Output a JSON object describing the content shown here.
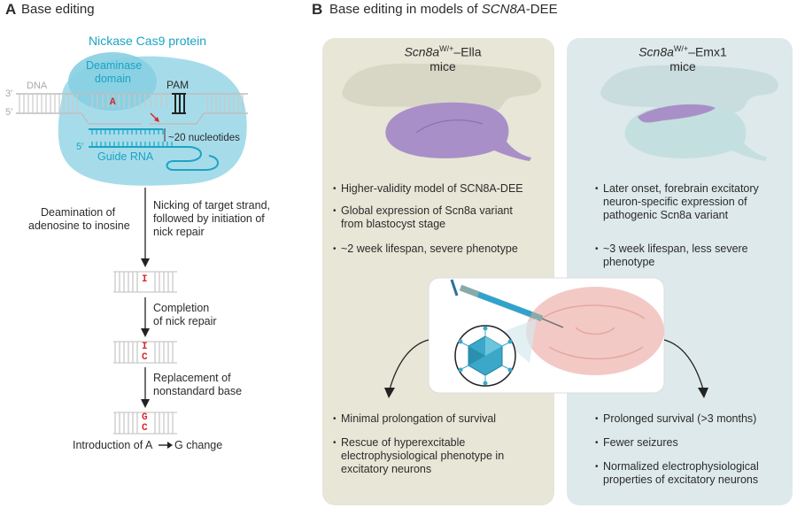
{
  "panel_a": {
    "letter": "A",
    "title": "Base editing",
    "protein_label": "Nickase Cas9 protein",
    "deaminase_label_1": "Deaminase",
    "deaminase_label_2": "domain",
    "dna_label": "DNA",
    "end_3": "3′",
    "end_5": "5′",
    "guide_end_5": "5′",
    "pam_label": "PAM",
    "nucleotides_label": "~20 nucleotides",
    "guide_rna_label": "Guide RNA",
    "base_a": "A",
    "step1_left_1": "Deamination of",
    "step1_left_2": "adenosine to inosine",
    "step1_right_1": "Nicking of target strand,",
    "step1_right_2": "followed by initiation of",
    "step1_right_3": "nick repair",
    "step2_1": "Completion",
    "step2_2": "of nick repair",
    "step3_1": "Replacement of",
    "step3_2": "nonstandard base",
    "base_i1": "I",
    "base_i2": "I",
    "base_c2": "C",
    "base_g3": "G",
    "base_c3": "C",
    "final_prefix": "Introduction of A",
    "final_suffix": "G change"
  },
  "panel_b": {
    "letter": "B",
    "title_prefix": "Base editing in models of ",
    "title_gene": "SCN8A",
    "title_suffix": "-DEE",
    "left": {
      "gene": "Scn8a",
      "sup": "W/+",
      "suffix": "–Ella",
      "mice": "mice",
      "bullets_top": [
        "Higher-validity model of SCN8A-DEE",
        "Global expression of Scn8a variant from blastocyst stage",
        "~2 week lifespan, severe phenotype"
      ],
      "bullets_bottom": [
        "Minimal prolongation of survival",
        "Rescue of hyperexcitable electrophysiological phenotype in excitatory neurons"
      ]
    },
    "right": {
      "gene": "Scn8a",
      "sup": "W/+",
      "suffix": "–Emx1",
      "mice": "mice",
      "bullets_top": [
        "Later onset, forebrain excitatory neuron-specific expression of pathogenic Scn8a variant",
        "~3 week lifespan, less severe phenotype"
      ],
      "bullets_bottom": [
        "Prolonged survival (>3 months)",
        "Fewer seizures",
        "Normalized electrophysiological properties of excitatory neurons"
      ]
    }
  },
  "colors": {
    "cyan": "#1ba4c4",
    "cas9_fill": "#a6dcea",
    "left_panel": "#e7e6d7",
    "right_panel": "#dde9ea",
    "brain_purple": "#a98fc8",
    "red_base": "#d6262a"
  }
}
